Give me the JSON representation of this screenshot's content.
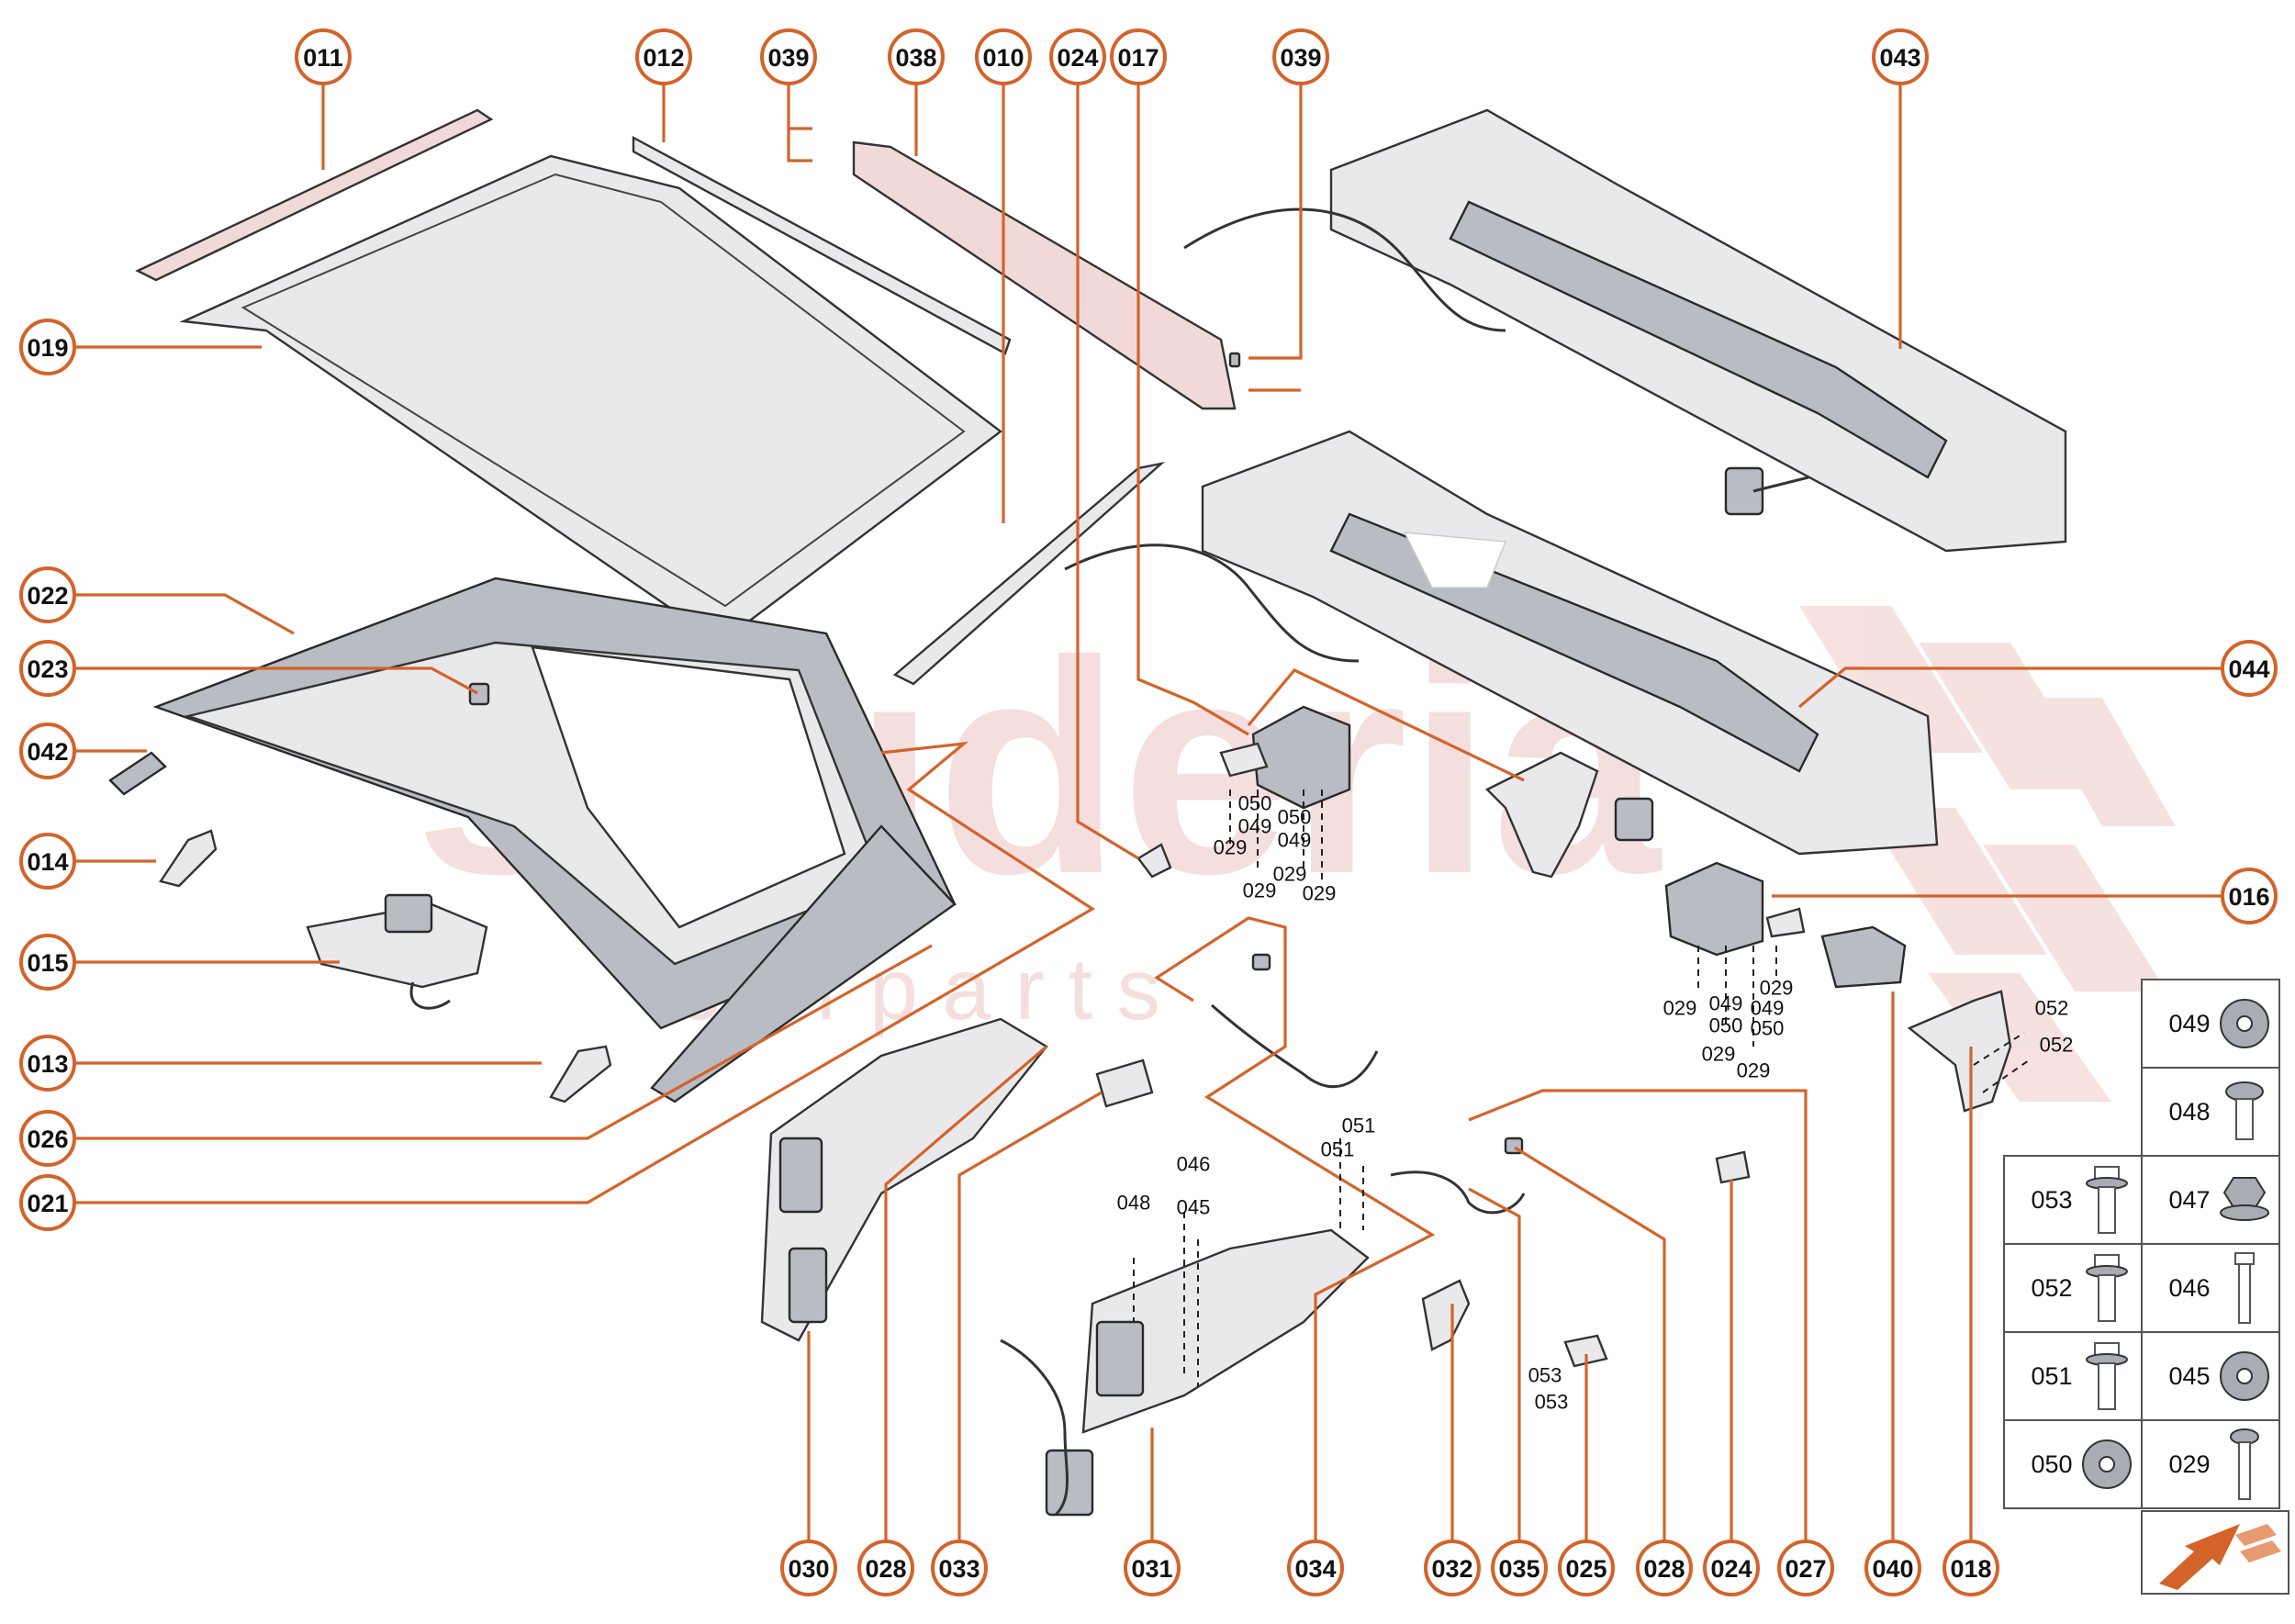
{
  "watermark": {
    "brand": "scuderia",
    "sub": "c a r p a r t s"
  },
  "callouts": [
    {
      "id": "c011",
      "label": "011"
    },
    {
      "id": "c012",
      "label": "012"
    },
    {
      "id": "c039a",
      "label": "039"
    },
    {
      "id": "c038",
      "label": "038"
    },
    {
      "id": "c010",
      "label": "010"
    },
    {
      "id": "c024a",
      "label": "024"
    },
    {
      "id": "c017",
      "label": "017"
    },
    {
      "id": "c039b",
      "label": "039"
    },
    {
      "id": "c043",
      "label": "043"
    },
    {
      "id": "c019",
      "label": "019"
    },
    {
      "id": "c022",
      "label": "022"
    },
    {
      "id": "c023",
      "label": "023"
    },
    {
      "id": "c042",
      "label": "042"
    },
    {
      "id": "c014",
      "label": "014"
    },
    {
      "id": "c015",
      "label": "015"
    },
    {
      "id": "c013",
      "label": "013"
    },
    {
      "id": "c026",
      "label": "026"
    },
    {
      "id": "c021",
      "label": "021"
    },
    {
      "id": "c044",
      "label": "044"
    },
    {
      "id": "c016",
      "label": "016"
    },
    {
      "id": "c030",
      "label": "030"
    },
    {
      "id": "c028a",
      "label": "028"
    },
    {
      "id": "c033",
      "label": "033"
    },
    {
      "id": "c031",
      "label": "031"
    },
    {
      "id": "c034",
      "label": "034"
    },
    {
      "id": "c032",
      "label": "032"
    },
    {
      "id": "c035",
      "label": "035"
    },
    {
      "id": "c025",
      "label": "025"
    },
    {
      "id": "c028b",
      "label": "028"
    },
    {
      "id": "c024b",
      "label": "024"
    },
    {
      "id": "c027",
      "label": "027"
    },
    {
      "id": "c040",
      "label": "040"
    },
    {
      "id": "c018",
      "label": "018"
    }
  ],
  "small_labels": {
    "l050a": "050",
    "l049a": "049",
    "l029a": "029",
    "l050b": "050",
    "l049b": "049",
    "l029b": "029",
    "l029c": "029",
    "l029d": "029",
    "l029e": "029",
    "l049c": "049",
    "l050c": "050",
    "l029f": "029",
    "l049d": "049",
    "l050d": "050",
    "l029g": "029",
    "l029h": "029",
    "l052a": "052",
    "l052b": "052",
    "l051a": "051",
    "l051b": "051",
    "l046": "046",
    "l048": "048",
    "l045": "045",
    "l053a": "053",
    "l053b": "053"
  },
  "hardware_table": [
    {
      "label": "049",
      "icon": "washer-icon"
    },
    {
      "label": "048",
      "icon": "button-screw-icon"
    },
    {
      "label": "053",
      "icon": "flange-bolt-icon"
    },
    {
      "label": "047",
      "icon": "flange-nut-icon"
    },
    {
      "label": "052",
      "icon": "flange-bolt-icon"
    },
    {
      "label": "046",
      "icon": "long-screw-icon"
    },
    {
      "label": "051",
      "icon": "flange-bolt-icon"
    },
    {
      "label": "045",
      "icon": "washer-icon"
    },
    {
      "label": "050",
      "icon": "washer-icon"
    },
    {
      "label": "029",
      "icon": "pan-head-screw-icon"
    }
  ],
  "colors": {
    "accent": "#d4632a",
    "orientation_arrow": "#d4632a"
  }
}
